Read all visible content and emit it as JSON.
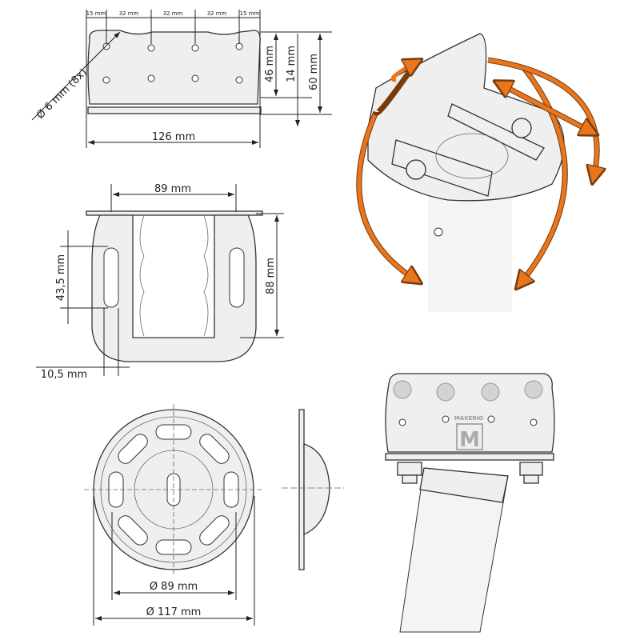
{
  "top_view": {
    "spacing_labels": [
      "15 mm",
      "32 mm",
      "32 mm",
      "32 mm",
      "15 mm"
    ],
    "hole_label": "Ø 6 mm (8x)",
    "height_46": "46 mm",
    "height_14": "14 mm",
    "height_60": "60 mm",
    "width": "126 mm"
  },
  "side_view": {
    "width": "89 mm",
    "slot_height": "43,5 mm",
    "height": "88 mm",
    "slot_width": "10,5 mm"
  },
  "base_view": {
    "inner_diameter": "Ø 89 mm",
    "outer_diameter": "Ø 117 mm"
  },
  "logo": {
    "brand": "MAXERIO",
    "mark": "M"
  },
  "colors": {
    "arrow": "#e8761e",
    "part": "#efefef",
    "line": "#222222"
  }
}
